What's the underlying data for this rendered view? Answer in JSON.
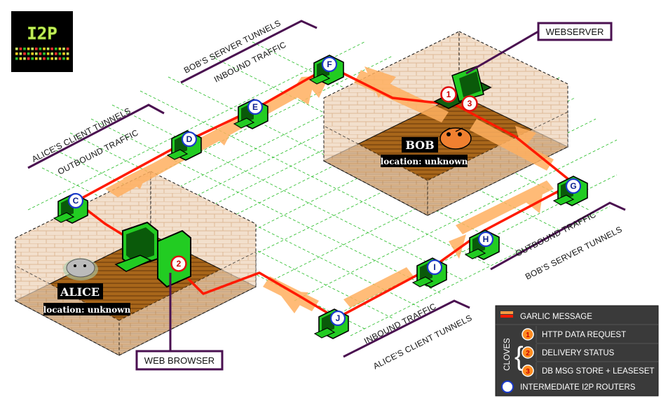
{
  "logo": {
    "text": "I2P",
    "color": "#c8f060"
  },
  "labels": {
    "bob_server_tunnels_top": "BOB'S SERVER TUNNELS",
    "inbound_traffic_top": "INBOUND TRAFFIC",
    "alice_client_tunnels_top": "ALICE'S CLIENT TUNNELS",
    "outbound_traffic_left": "OUTBOUND TRAFFIC",
    "outbound_traffic_right": "OUTBOUND TRAFFIC",
    "bob_server_tunnels_right": "BOB'S SERVER TUNNELS",
    "inbound_traffic_bottom": "INBOUND TRAFFIC",
    "alice_client_tunnels_bottom": "ALICE'S CLIENT TUNNELS"
  },
  "callouts": {
    "webserver": "WEBSERVER",
    "web_browser": "WEB BROWSER"
  },
  "bob": {
    "name": "BOB",
    "location": "location: unknown"
  },
  "alice": {
    "name": "ALICE",
    "location": "location: unknown"
  },
  "routers": [
    "C",
    "D",
    "E",
    "F",
    "G",
    "H",
    "I",
    "J"
  ],
  "markers": [
    "1",
    "3",
    "2"
  ],
  "legend": {
    "garlic": "GARLIC MESSAGE",
    "cloves_label": "CLOVES",
    "cloves": [
      {
        "num": "1",
        "text": "HTTP DATA REQUEST"
      },
      {
        "num": "2",
        "text": "DELIVERY STATUS"
      },
      {
        "num": "3",
        "text": "DB MSG STORE + LEASESET"
      }
    ],
    "routers": "INTERMEDIATE I2P ROUTERS"
  },
  "colors": {
    "route": "#ff1a00",
    "arrow": "#ffb060",
    "node_fill": "#22cc22",
    "node_dark": "#0a5a0a",
    "floor": "#a8661a",
    "wall": "#e8c8a8",
    "grid": "#22bb22",
    "legend_bg": "#3a3a3a"
  }
}
